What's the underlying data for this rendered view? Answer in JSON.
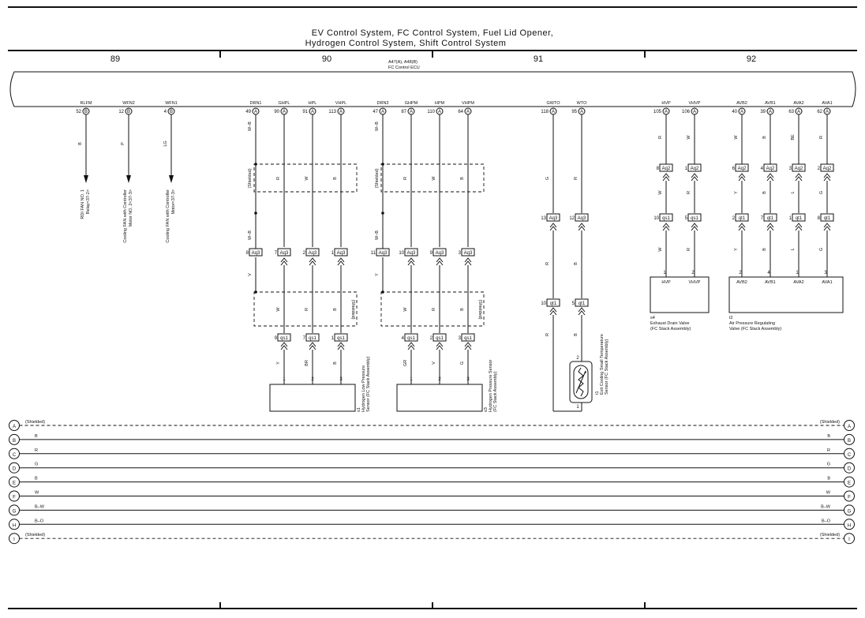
{
  "title_lines": [
    "EV Control System,  FC Control System,  Fuel Lid Opener,",
    "Hydrogen Control System,  Shift Control System"
  ],
  "column_numbers": [
    "89",
    "90",
    "91",
    "92"
  ],
  "ecu": {
    "codes": "A47(A), A48(B)",
    "name": "FC Control ECU"
  },
  "ecu_pins": [
    {
      "name": "RLFM",
      "no": "52",
      "conn": "B"
    },
    {
      "name": "WFN2",
      "no": "12",
      "conn": "B"
    },
    {
      "name": "WFN1",
      "no": "4",
      "conn": "B"
    },
    {
      "name": "DRN1",
      "no": "49",
      "conn": "A"
    },
    {
      "name": "GHPL",
      "no": "90",
      "conn": "A"
    },
    {
      "name": "HPL",
      "no": "91",
      "conn": "A"
    },
    {
      "name": "VHPL",
      "no": "113",
      "conn": "A"
    },
    {
      "name": "DRN3",
      "no": "47",
      "conn": "A"
    },
    {
      "name": "GHPM",
      "no": "87",
      "conn": "A"
    },
    {
      "name": "HPM",
      "no": "110",
      "conn": "A"
    },
    {
      "name": "VHPM",
      "no": "64",
      "conn": "A"
    },
    {
      "name": "GWTO",
      "no": "118",
      "conn": "A"
    },
    {
      "name": "WTO",
      "no": "95",
      "conn": "A"
    },
    {
      "name": "HVP",
      "no": "105",
      "conn": "A"
    },
    {
      "name": "VHVP",
      "no": "106",
      "conn": "A"
    },
    {
      "name": "AVB2",
      "no": "40",
      "conn": "A"
    },
    {
      "name": "AVB1",
      "no": "39",
      "conn": "A"
    },
    {
      "name": "AVA2",
      "no": "63",
      "conn": "A"
    },
    {
      "name": "AVA1",
      "no": "62",
      "conn": "A"
    }
  ],
  "wire_colors_top": [
    "B",
    "P",
    "LG",
    "W–B",
    "R",
    "W",
    "B",
    "W–B",
    "R",
    "W",
    "B",
    "G",
    "R",
    "R",
    "W",
    "W",
    "B",
    "BE",
    "R"
  ],
  "arrow_destinations": [
    {
      "line1": "RDI FAN NO. 1",
      "line2": "Relay<37-2>"
    },
    {
      "line1": "Cooling FAN with Controller",
      "line2": "Motor NO. 2<37-3>"
    },
    {
      "line1": "Cooling FAN with Controller",
      "line2": "Motor<37-3>"
    }
  ],
  "shielded_label": "(Shielded)",
  "connectors": {
    "aq3": "Aq3",
    "aq2": "Aq2",
    "qs1": "qs1",
    "qt1": "qt1"
  },
  "connector_pins": {
    "upper_ag2": [
      "8",
      "1",
      "6",
      "4",
      "3",
      "2"
    ],
    "upper_qs1": [
      "10",
      "5",
      "2",
      "7",
      "1",
      "8"
    ],
    "left_aq3": [
      "8",
      "7",
      "2",
      "1",
      "11",
      "10",
      "9",
      "3"
    ],
    "mid_aq3": [
      "13",
      "12"
    ],
    "mid_qt1": [
      "10",
      "5"
    ],
    "low_qs1": [
      "9",
      "7",
      "1",
      "4",
      "2",
      "3"
    ]
  },
  "mid_wire_colors": [
    "W–B",
    "R",
    "W",
    "B",
    "W–B",
    "R",
    "W",
    "B",
    "V",
    "W",
    "R",
    "B",
    "Y",
    "W",
    "R",
    "B",
    "G",
    "R",
    "R",
    "B",
    "W",
    "R",
    "Y",
    "B",
    "L",
    "G"
  ],
  "low_wire_colors": [
    "Y",
    "BR",
    "B",
    "GR",
    "V",
    "G",
    "R",
    "B",
    "W",
    "R",
    "Y",
    "B",
    "L",
    "G"
  ],
  "sensors": [
    {
      "id": "s1",
      "pins": [
        "1",
        "2",
        "3"
      ],
      "names": [
        "GHPL",
        "HPL",
        "VHPL"
      ],
      "label1": "Hydrogen Low Pressure",
      "label2": "Sensor (FC Stack Assembly)"
    },
    {
      "id": "s3",
      "pins": [
        "1",
        "2",
        "3"
      ],
      "names": [
        "GHPM",
        "HPM",
        "VHPM"
      ],
      "label1": "Hydrogen Pressure Sensor",
      "label2": "(FC Stack Assembly)"
    },
    {
      "id": "t1",
      "pins": [
        "2",
        "1"
      ],
      "label1": "Exit Cooling Small Temperature",
      "label2": "Sensor (FC Stack Assembly)"
    },
    {
      "id": "s4",
      "pins": [
        "1",
        "2"
      ],
      "names": [
        "HVP",
        "VHVP"
      ],
      "label1": "Exhaust Drain Valve",
      "label2": "(FC Stack Assembly)"
    },
    {
      "id": "t2",
      "pins": [
        "2",
        "4",
        "1",
        "3"
      ],
      "names": [
        "AVB2",
        "AVB1",
        "AVA2",
        "AVA1"
      ],
      "label1": "Air Pressure Regulating",
      "label2": "Valve (FC Stack Assembly)"
    }
  ],
  "bus_lines": [
    {
      "id": "A",
      "color": "(Shielded)",
      "dashed": true
    },
    {
      "id": "B",
      "color": "B",
      "dashed": false
    },
    {
      "id": "C",
      "color": "R",
      "dashed": false
    },
    {
      "id": "D",
      "color": "G",
      "dashed": false
    },
    {
      "id": "E",
      "color": "B",
      "dashed": false
    },
    {
      "id": "F",
      "color": "W",
      "dashed": false
    },
    {
      "id": "G",
      "color": "B–W",
      "dashed": false
    },
    {
      "id": "H",
      "color": "B–O",
      "dashed": false
    },
    {
      "id": "I",
      "color": "(Shielded)",
      "dashed": true
    }
  ]
}
